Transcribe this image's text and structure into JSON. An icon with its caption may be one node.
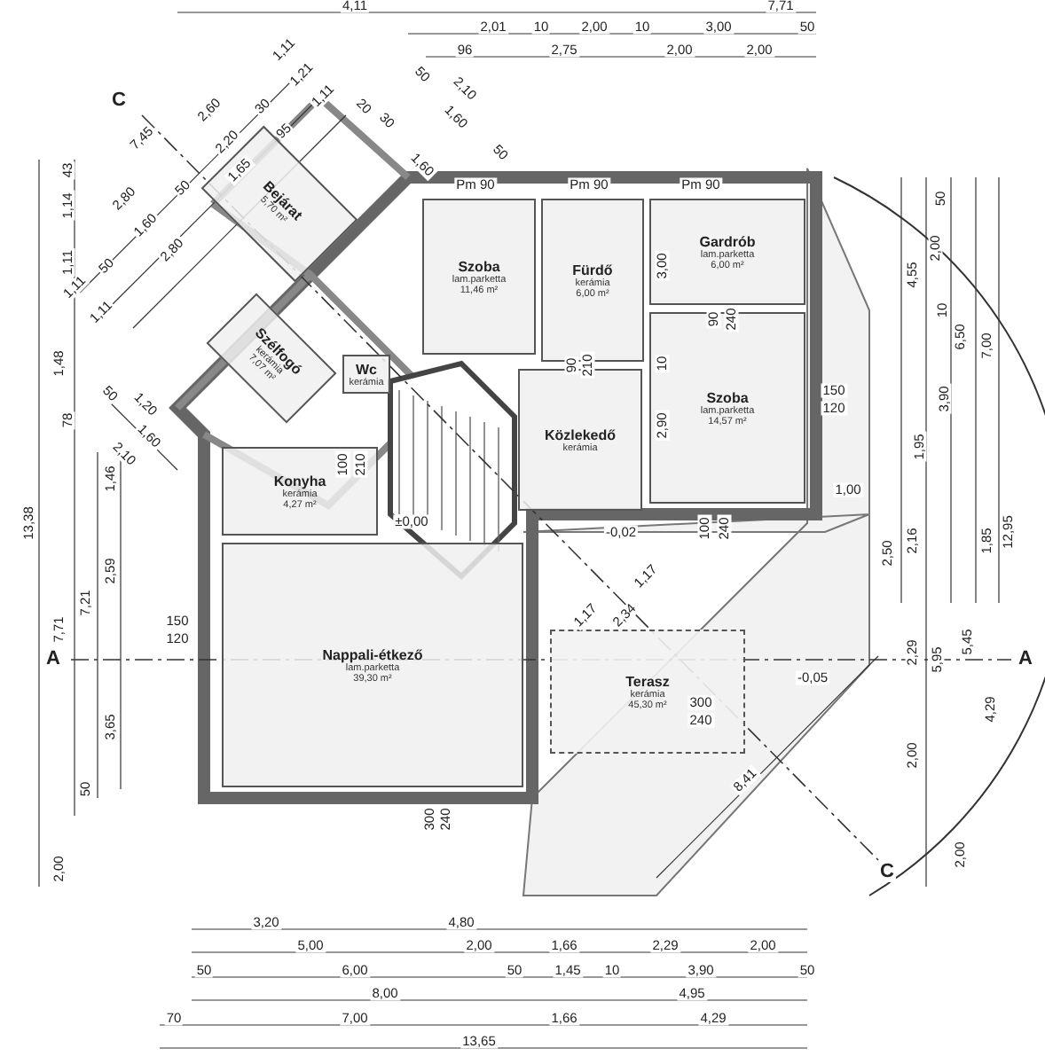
{
  "diagram": {
    "nodes": [
      {
        "text": [
          "Bejárat",
          "5,70 m²"
        ]
      },
      {
        "text": [
          "Szoba",
          "lam.parketta",
          "11,46 m²"
        ]
      },
      {
        "text": [
          "Fürdő",
          "kerámia",
          "6,00 m²"
        ]
      },
      {
        "text": [
          "Gardrób",
          "lam.parketta",
          "6,00 m²"
        ]
      },
      {
        "text": [
          "Szélfogó",
          "kerámia",
          "7,07 m²"
        ]
      },
      {
        "text": [
          "Wc",
          "kerámia"
        ]
      },
      {
        "text": [
          "Közlekedő",
          "kerámia"
        ]
      },
      {
        "text": [
          "Szoba",
          "lam.parketta",
          "14,57 m²"
        ]
      },
      {
        "text": [
          "Konyha",
          "kerámia",
          "4,27 m²"
        ]
      },
      {
        "text": [
          "Nappali-étkező",
          "lam.parketta",
          "39,30 m²"
        ]
      },
      {
        "text": [
          "Terasz",
          "kerámia",
          "45,30 m²"
        ]
      }
    ],
    "edges": [],
    "labels": [
      "4,11",
      "7,71",
      "2,01",
      "10",
      "2,00",
      "10",
      "3,00",
      "50",
      "96",
      "2,75",
      "2,00",
      "2,00",
      "7,45",
      "2,60",
      "1,11",
      "2,80",
      "2,20",
      "30",
      "1,21",
      "1,60",
      "50",
      "1,65",
      "95",
      "1,11",
      "2,80",
      "50",
      "1,11",
      "1,11",
      "50",
      "2,10",
      "1,60",
      "20",
      "30",
      "1,60",
      "50",
      "43",
      "1,14",
      "1,11",
      "1,48",
      "78",
      "13,38",
      "1,46",
      "2,59",
      "7,71",
      "7,21",
      "3,65",
      "50",
      "2,00",
      "50",
      "1,20",
      "1,60",
      "2,10",
      "3,20",
      "4,80",
      "5,00",
      "2,00",
      "1,66",
      "2,29",
      "2,00",
      "50",
      "6,00",
      "50",
      "1,45",
      "10",
      "3,90",
      "50",
      "8,00",
      "4,95",
      "70",
      "7,00",
      "1,66",
      "4,29",
      "13,65",
      "50",
      "4,55",
      "2,00",
      "10",
      "3,90",
      "1,95",
      "6,50",
      "7,00",
      "12,95",
      "1,00",
      "2,50",
      "2,16",
      "1,85",
      "2,29",
      "5,95",
      "5,45",
      "4,29",
      "2,00",
      "2,00",
      "Pm 90",
      "Pm 90",
      "Pm 90",
      "100",
      "210",
      "±0,00",
      "-0,02",
      "-0,05",
      "8,41",
      "1,17",
      "1,17",
      "2,34",
      "300",
      "240",
      "300",
      "240",
      "150",
      "120",
      "150",
      "120",
      "100",
      "240",
      "90",
      "240",
      "90",
      "210",
      "3,00",
      "2,90",
      "10",
      "A",
      "A",
      "C",
      "C"
    ]
  }
}
